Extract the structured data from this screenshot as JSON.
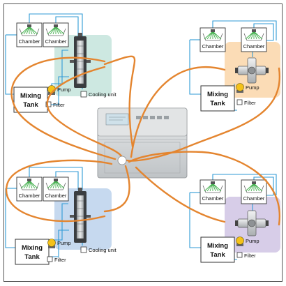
{
  "labels": {
    "chamber": "Chamber",
    "mixing_tank_line1": "Mixing",
    "mixing_tank_line2": "Tank",
    "pump": "Pump",
    "filter": "Filter",
    "cooling_unit": "Cooling unit"
  },
  "colors": {
    "background": "#ffffff",
    "frame_border": "#555555",
    "pipe_blue": "#2f9ad6",
    "hose_orange": "#e4852f",
    "pump_yellow": "#f4c21a",
    "highlight_teal": "#cde8e1",
    "highlight_peach": "#fbdcb6",
    "highlight_blue": "#c6d9ef",
    "highlight_lavender": "#d7cde8",
    "chamber_green": "#3fae49",
    "machine_body": "#d6d8da",
    "display_panel": "#cfe1ea"
  },
  "modules": [
    {
      "position": "top-left",
      "has_cooling_unit": true,
      "device": "radiator"
    },
    {
      "position": "top-right",
      "has_cooling_unit": false,
      "device": "manifold"
    },
    {
      "position": "bottom-left",
      "has_cooling_unit": true,
      "device": "radiator"
    },
    {
      "position": "bottom-right",
      "has_cooling_unit": false,
      "device": "manifold"
    }
  ]
}
